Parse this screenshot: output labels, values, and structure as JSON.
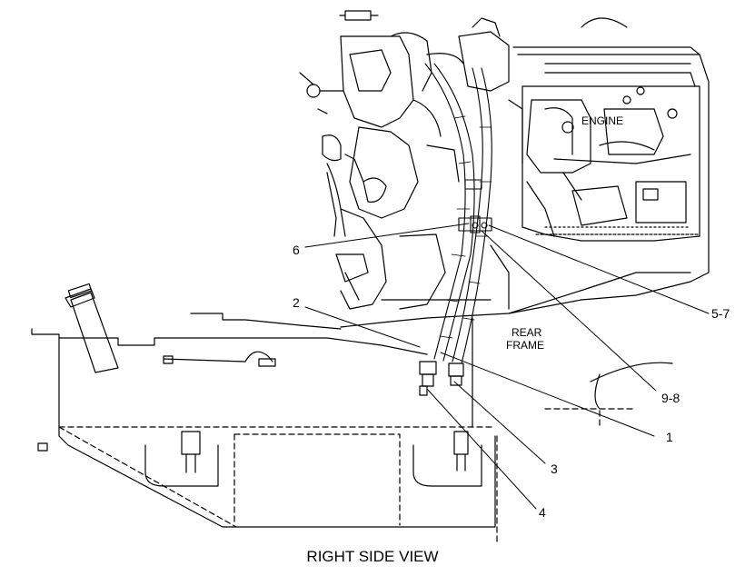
{
  "diagram": {
    "caption": "RIGHT SIDE VIEW",
    "region_labels": {
      "engine": "ENGINE",
      "rear_frame_line1": "REAR",
      "rear_frame_line2": "FRAME"
    },
    "callouts": {
      "c1": "1",
      "c2": "2",
      "c3": "3",
      "c4": "4",
      "c5_7": "5-7",
      "c6": "6",
      "c9_8": "9-8"
    }
  }
}
